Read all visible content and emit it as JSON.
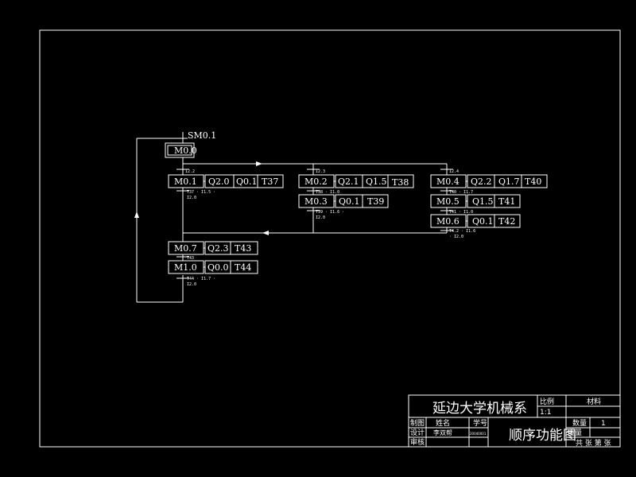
{
  "diagram": {
    "start_signal": "SM0.1",
    "steps": {
      "m00": "M0.0",
      "m01": "M0.1",
      "m02": "M0.2",
      "m03": "M0.3",
      "m04": "M0.4",
      "m05": "M0.5",
      "m06": "M0.6",
      "m07": "M0.7",
      "m10": "M1.0"
    },
    "actions": {
      "m01": [
        "Q2.0",
        "Q0.1",
        "T37"
      ],
      "m02": [
        "Q2.1",
        "Q1.5",
        "T38"
      ],
      "m03": [
        "Q0.1",
        "T39"
      ],
      "m04": [
        "Q2.2",
        "Q1.7",
        "T40"
      ],
      "m05": [
        "Q1.5",
        "T41"
      ],
      "m06": [
        "Q0.1",
        "T42"
      ],
      "m07": [
        "Q2.3",
        "T43"
      ],
      "m10": [
        "Q0.0",
        "T44"
      ]
    },
    "transitions": {
      "t_m01_in": "I2.2",
      "t_m01_out_a": "T37 · I1.5 ·",
      "t_m01_out_b": "I2.0",
      "t_m02_in": "I2.3",
      "t_m03_in": "T38 · I1.0",
      "t_m03_out_a": "T39 · I1.6 ·",
      "t_m03_out_b": "I2.0",
      "t_m04_in": "I2.4",
      "t_m05_in": "T40 · I1.7",
      "t_m06_in": "T41 · I1.0",
      "t_m06_out_a": "T4.2 · I1.6",
      "t_m06_out_b": "· I2.0",
      "t_m10_in": "T43",
      "t_m10_out_a": "T44 · I1.7 ·",
      "t_m10_out_b": "I2.0"
    }
  },
  "title_block": {
    "org": "延边大学机械系",
    "scale_label": "比例",
    "scale_value": "1:1",
    "material_label": "材料",
    "drafter_label": "制图",
    "name_label": "姓名",
    "id_label": "学号",
    "designer_label": "设计",
    "designer_name": "李双帮",
    "student_id": "20040001",
    "reviewer_label": "审核",
    "drawing_title": "顺序功能图",
    "qty_label": "数量",
    "qty_value": "1",
    "weight_label": "重量",
    "sheet_label": "共 张 第 张"
  }
}
